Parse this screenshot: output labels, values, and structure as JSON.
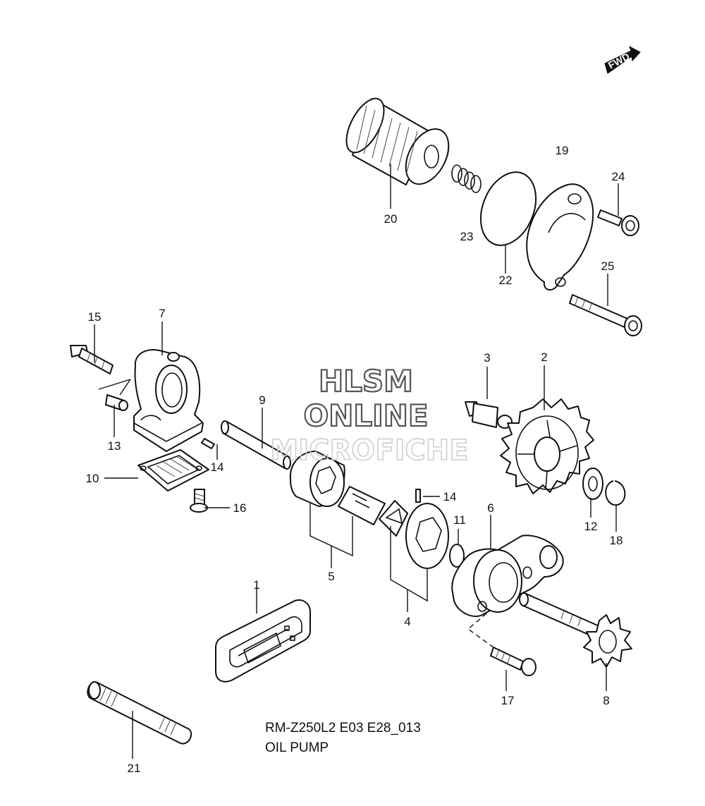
{
  "diagram": {
    "caption_code": "RM-Z250L2 E03 E28_013",
    "caption_title": "OIL PUMP",
    "fwd_label": "FWD",
    "watermark": {
      "line1": "HLSM",
      "line2": "ONLINE",
      "line3": "MICROFICHE"
    },
    "part_numbers": {
      "p1": "1",
      "p2": "2",
      "p3": "3",
      "p4": "4",
      "p5": "5",
      "p6": "6",
      "p7": "7",
      "p8": "8",
      "p9": "9",
      "p10": "10",
      "p11": "11",
      "p12": "12",
      "p13": "13",
      "p14a": "14",
      "p14b": "14",
      "p15": "15",
      "p16": "16",
      "p17": "17",
      "p18": "18",
      "p19": "19",
      "p20": "20",
      "p21": "21",
      "p22": "22",
      "p23": "23",
      "p24": "24",
      "p25": "25"
    }
  }
}
